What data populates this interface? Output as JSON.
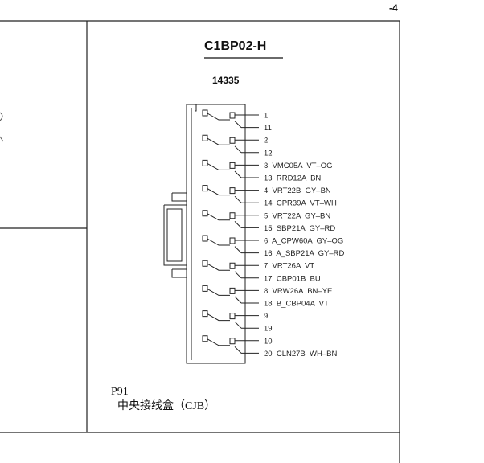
{
  "page_number": "-4",
  "connector": {
    "title": "C1BP02-H",
    "part_number": "14335",
    "pins": [
      "1",
      "11",
      "2",
      "12",
      "3  VMC05A  VT–OG",
      "13  RRD12A  BN",
      "4  VRT22B  GY–BN",
      "14  CPR39A  VT–WH",
      "5  VRT22A  GY–BN",
      "15  SBP21A  GY–RD",
      "6  A_CPW60A  GY–OG",
      "16  A_SBP21A  GY–RD",
      "7  VRT26A  VT",
      "17  CBP01B  BU",
      "8  VRW26A  BN–YE",
      "18  B_CBP04A  VT",
      "9",
      "19",
      "10",
      "20  CLN27B  WH–BN"
    ]
  },
  "location": {
    "code": "P91",
    "name": "中央接线盒（CJB）"
  }
}
